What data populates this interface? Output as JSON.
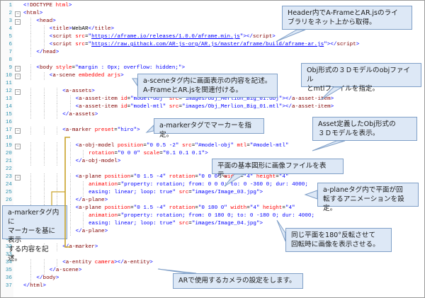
{
  "code_lines": [
    {
      "n": "1",
      "indent": 0,
      "parts": [
        [
          "d",
          "<!"
        ],
        [
          "t",
          "DOCTYPE"
        ],
        [
          "c",
          " "
        ],
        [
          "a",
          "html"
        ],
        [
          "d",
          ">"
        ]
      ]
    },
    {
      "n": "2",
      "indent": 0,
      "parts": [
        [
          "d",
          "<"
        ],
        [
          "t",
          "html"
        ],
        [
          "d",
          ">"
        ]
      ]
    },
    {
      "n": "3",
      "indent": 1,
      "parts": [
        [
          "d",
          "<"
        ],
        [
          "t",
          "head"
        ],
        [
          "d",
          ">"
        ]
      ]
    },
    {
      "n": "4",
      "indent": 2,
      "parts": [
        [
          "d",
          "<"
        ],
        [
          "t",
          "title"
        ],
        [
          "d",
          ">"
        ],
        [
          "c",
          "WebAR"
        ],
        [
          "d",
          "</"
        ],
        [
          "t",
          "title"
        ],
        [
          "d",
          ">"
        ]
      ]
    },
    {
      "n": "5",
      "indent": 2,
      "parts": [
        [
          "d",
          "<"
        ],
        [
          "t",
          "script"
        ],
        [
          "c",
          " "
        ],
        [
          "a",
          "src"
        ],
        [
          "c",
          "="
        ],
        [
          "v",
          "\""
        ],
        [
          "u",
          "https://aframe.io/releases/1.0.0/aframe.min.js"
        ],
        [
          "v",
          "\""
        ],
        [
          "d",
          "></"
        ],
        [
          "t",
          "script"
        ],
        [
          "d",
          ">"
        ]
      ]
    },
    {
      "n": "6",
      "indent": 2,
      "parts": [
        [
          "d",
          "<"
        ],
        [
          "t",
          "script"
        ],
        [
          "c",
          " "
        ],
        [
          "a",
          "src"
        ],
        [
          "c",
          "="
        ],
        [
          "v",
          "\""
        ],
        [
          "u",
          "https://raw.githack.com/AR-js-org/AR.js/master/aframe/build/aframe-ar.js"
        ],
        [
          "v",
          "\""
        ],
        [
          "d",
          "></"
        ],
        [
          "t",
          "script"
        ],
        [
          "d",
          ">"
        ]
      ]
    },
    {
      "n": "7",
      "indent": 1,
      "parts": [
        [
          "d",
          "</"
        ],
        [
          "t",
          "head"
        ],
        [
          "d",
          ">"
        ]
      ]
    },
    {
      "n": "8",
      "indent": 0,
      "parts": []
    },
    {
      "n": "9",
      "indent": 1,
      "parts": [
        [
          "d",
          "<"
        ],
        [
          "t",
          "body"
        ],
        [
          "c",
          " "
        ],
        [
          "a",
          "style"
        ],
        [
          "c",
          "="
        ],
        [
          "v",
          "\"margin : 0px; overflow: hidden;\""
        ],
        [
          "d",
          ">"
        ]
      ]
    },
    {
      "n": "10",
      "indent": 2,
      "parts": [
        [
          "d",
          "<"
        ],
        [
          "t",
          "a-scene"
        ],
        [
          "c",
          " "
        ],
        [
          "a",
          "embedded arjs"
        ],
        [
          "d",
          ">"
        ]
      ]
    },
    {
      "n": "11",
      "indent": 0,
      "parts": []
    },
    {
      "n": "12",
      "indent": 3,
      "parts": [
        [
          "d",
          "<"
        ],
        [
          "t",
          "a-assets"
        ],
        [
          "d",
          ">"
        ]
      ]
    },
    {
      "n": "13",
      "indent": 4,
      "parts": [
        [
          "d",
          "<"
        ],
        [
          "t",
          "a-asset-item"
        ],
        [
          "c",
          " "
        ],
        [
          "a",
          "id"
        ],
        [
          "c",
          "="
        ],
        [
          "v",
          "\"model-obj\""
        ],
        [
          "c",
          " "
        ],
        [
          "a",
          "src"
        ],
        [
          "c",
          "="
        ],
        [
          "v",
          "\"images/Obj_Merlion_Big_01.obj\""
        ],
        [
          "d",
          "></"
        ],
        [
          "t",
          "a-asset-item"
        ],
        [
          "d",
          ">"
        ]
      ]
    },
    {
      "n": "14",
      "indent": 4,
      "parts": [
        [
          "d",
          "<"
        ],
        [
          "t",
          "a-asset-item"
        ],
        [
          "c",
          " "
        ],
        [
          "a",
          "id"
        ],
        [
          "c",
          "="
        ],
        [
          "v",
          "\"model-mtl\""
        ],
        [
          "c",
          " "
        ],
        [
          "a",
          "src"
        ],
        [
          "c",
          "="
        ],
        [
          "v",
          "\"images/Obj_Merlion_Big_01.mtl\""
        ],
        [
          "d",
          "></"
        ],
        [
          "t",
          "a-asset-item"
        ],
        [
          "d",
          ">"
        ]
      ]
    },
    {
      "n": "15",
      "indent": 3,
      "parts": [
        [
          "d",
          "</"
        ],
        [
          "t",
          "a-assets"
        ],
        [
          "d",
          ">"
        ]
      ]
    },
    {
      "n": "16",
      "indent": 0,
      "parts": []
    },
    {
      "n": "17",
      "indent": 3,
      "parts": [
        [
          "d",
          "<"
        ],
        [
          "t",
          "a-marker"
        ],
        [
          "c",
          " "
        ],
        [
          "a",
          "preset"
        ],
        [
          "c",
          "="
        ],
        [
          "v",
          "\"hiro\""
        ],
        [
          "d",
          ">"
        ]
      ]
    },
    {
      "n": "18",
      "indent": 0,
      "parts": []
    },
    {
      "n": "19",
      "indent": 4,
      "parts": [
        [
          "d",
          "<"
        ],
        [
          "t",
          "a-obj-model"
        ],
        [
          "c",
          " "
        ],
        [
          "a",
          "position"
        ],
        [
          "c",
          "="
        ],
        [
          "v",
          "\"0 0.5 -2\""
        ],
        [
          "c",
          " "
        ],
        [
          "a",
          "src"
        ],
        [
          "c",
          "="
        ],
        [
          "v",
          "\"#model-obj\""
        ],
        [
          "c",
          " "
        ],
        [
          "a",
          "mtl"
        ],
        [
          "c",
          "="
        ],
        [
          "v",
          "\"#model-mtl\""
        ]
      ]
    },
    {
      "n": "20",
      "indent": 5,
      "parts": [
        [
          "a",
          "rotation"
        ],
        [
          "c",
          "="
        ],
        [
          "v",
          "\"0 0 0\""
        ],
        [
          "c",
          " "
        ],
        [
          "a",
          "scale"
        ],
        [
          "c",
          "="
        ],
        [
          "v",
          "\"0.1 0.1 0.1\""
        ],
        [
          "d",
          ">"
        ]
      ]
    },
    {
      "n": "21",
      "indent": 4,
      "parts": [
        [
          "d",
          "</"
        ],
        [
          "t",
          "a-obj-model"
        ],
        [
          "d",
          ">"
        ]
      ]
    },
    {
      "n": "22",
      "indent": 0,
      "parts": []
    },
    {
      "n": "23",
      "indent": 4,
      "parts": [
        [
          "d",
          "<"
        ],
        [
          "t",
          "a-plane"
        ],
        [
          "c",
          " "
        ],
        [
          "a",
          "position"
        ],
        [
          "c",
          "="
        ],
        [
          "v",
          "\"0 1.5 -4\""
        ],
        [
          "c",
          " "
        ],
        [
          "a",
          "rotation"
        ],
        [
          "c",
          "="
        ],
        [
          "v",
          "\"0 0 0\""
        ],
        [
          "c",
          " "
        ],
        [
          "a",
          "width"
        ],
        [
          "c",
          "="
        ],
        [
          "v",
          "\"4\""
        ],
        [
          "c",
          " "
        ],
        [
          "a",
          "height"
        ],
        [
          "c",
          "="
        ],
        [
          "v",
          "\"4\""
        ]
      ]
    },
    {
      "n": "24",
      "indent": 5,
      "parts": [
        [
          "a",
          "animation"
        ],
        [
          "c",
          "="
        ],
        [
          "v",
          "\"property: rotation; from: 0 0 0; to: 0 -360 0; dur: 4000;"
        ]
      ]
    },
    {
      "n": "25",
      "indent": 5,
      "parts": [
        [
          "v",
          "easing: linear; loop: true\""
        ],
        [
          "c",
          " "
        ],
        [
          "a",
          "src"
        ],
        [
          "c",
          "="
        ],
        [
          "v",
          "\"images/Image_03.jpg\""
        ],
        [
          "d",
          ">"
        ]
      ]
    },
    {
      "n": "26",
      "indent": 4,
      "parts": [
        [
          "d",
          "</"
        ],
        [
          "t",
          "a-plane"
        ],
        [
          "d",
          ">"
        ]
      ]
    },
    {
      "n": "27",
      "indent": 4,
      "parts": [
        [
          "d",
          "<"
        ],
        [
          "t",
          "a-plane"
        ],
        [
          "c",
          " "
        ],
        [
          "a",
          "position"
        ],
        [
          "c",
          "="
        ],
        [
          "v",
          "\"0 1.5 -4\""
        ],
        [
          "c",
          " "
        ],
        [
          "a",
          "rotation"
        ],
        [
          "c",
          "="
        ],
        [
          "v",
          "\"0 180 0\""
        ],
        [
          "c",
          " "
        ],
        [
          "a",
          "width"
        ],
        [
          "c",
          "="
        ],
        [
          "v",
          "\"4\""
        ],
        [
          "c",
          " "
        ],
        [
          "a",
          "height"
        ],
        [
          "c",
          "="
        ],
        [
          "v",
          "\"4\""
        ]
      ]
    },
    {
      "n": "28",
      "indent": 5,
      "parts": [
        [
          "a",
          "animation"
        ],
        [
          "c",
          "="
        ],
        [
          "v",
          "\"property: rotation; from: 0 180 0; to: 0 -180 0; dur: 4000;"
        ]
      ]
    },
    {
      "n": "29",
      "indent": 5,
      "parts": [
        [
          "v",
          "easing: linear; loop: true\""
        ],
        [
          "c",
          " "
        ],
        [
          "a",
          "src"
        ],
        [
          "c",
          "="
        ],
        [
          "v",
          "\"images/Image_04.jpg\""
        ],
        [
          "d",
          ">"
        ]
      ]
    },
    {
      "n": "30",
      "indent": 4,
      "parts": [
        [
          "d",
          "</"
        ],
        [
          "t",
          "a-plane"
        ],
        [
          "d",
          ">"
        ]
      ]
    },
    {
      "n": "31",
      "indent": 0,
      "parts": []
    },
    {
      "n": "32",
      "indent": 3,
      "parts": [
        [
          "d",
          "</"
        ],
        [
          "t",
          "a-marker"
        ],
        [
          "d",
          ">"
        ]
      ]
    },
    {
      "n": "33",
      "indent": 0,
      "parts": []
    },
    {
      "n": "34",
      "indent": 3,
      "parts": [
        [
          "d",
          "<"
        ],
        [
          "t",
          "a-entity"
        ],
        [
          "c",
          " "
        ],
        [
          "a",
          "camera"
        ],
        [
          "d",
          "></"
        ],
        [
          "t",
          "a-entity"
        ],
        [
          "d",
          ">"
        ]
      ]
    },
    {
      "n": "35",
      "indent": 2,
      "parts": [
        [
          "d",
          "</"
        ],
        [
          "t",
          "a-scene"
        ],
        [
          "d",
          ">"
        ]
      ]
    },
    {
      "n": "36",
      "indent": 1,
      "parts": [
        [
          "d",
          "</"
        ],
        [
          "t",
          "body"
        ],
        [
          "d",
          ">"
        ]
      ]
    },
    {
      "n": "37",
      "indent": 0,
      "parts": [
        [
          "d",
          "</"
        ],
        [
          "t",
          "html"
        ],
        [
          "d",
          ">"
        ]
      ]
    }
  ],
  "callouts": {
    "header": "Header内でA-FrameとAR.jsのライ\nブラリをネット上から取得。",
    "ascene": "a-sceneタグ内に画面表示の内容を記述。\nA-FrameとAR.jsを関連付ける。",
    "obj_files": "Obj形式の３Ｄモデルのobjファイル\nとmtlファイルを指定。",
    "marker": "a-markerタグでマーカーを指定。",
    "asset_model": "Asset定義したObj形式の\n３Ｄモデルを表示。",
    "plane_basic": "平面の基本図形に画像ファイルを表示。",
    "plane_anim": "a-planeタグ内で平面が回\n転するアニメーションを設定。",
    "marker_content": "a-markerタグ内に\nマーカーを基に表示\nする内容を記述。",
    "flip": "同じ平面を180°反転させて\n回転時に画像を表示させる。",
    "camera": "ARで使用するカメラの設定をします。"
  },
  "colors": {
    "callout_fill": "#dde8f6",
    "callout_border": "#7f9fc7",
    "bracket": "#c9a227",
    "tag": "#800000",
    "attr": "#ff0000",
    "value": "#0000ff",
    "line_number": "#2b91af"
  }
}
